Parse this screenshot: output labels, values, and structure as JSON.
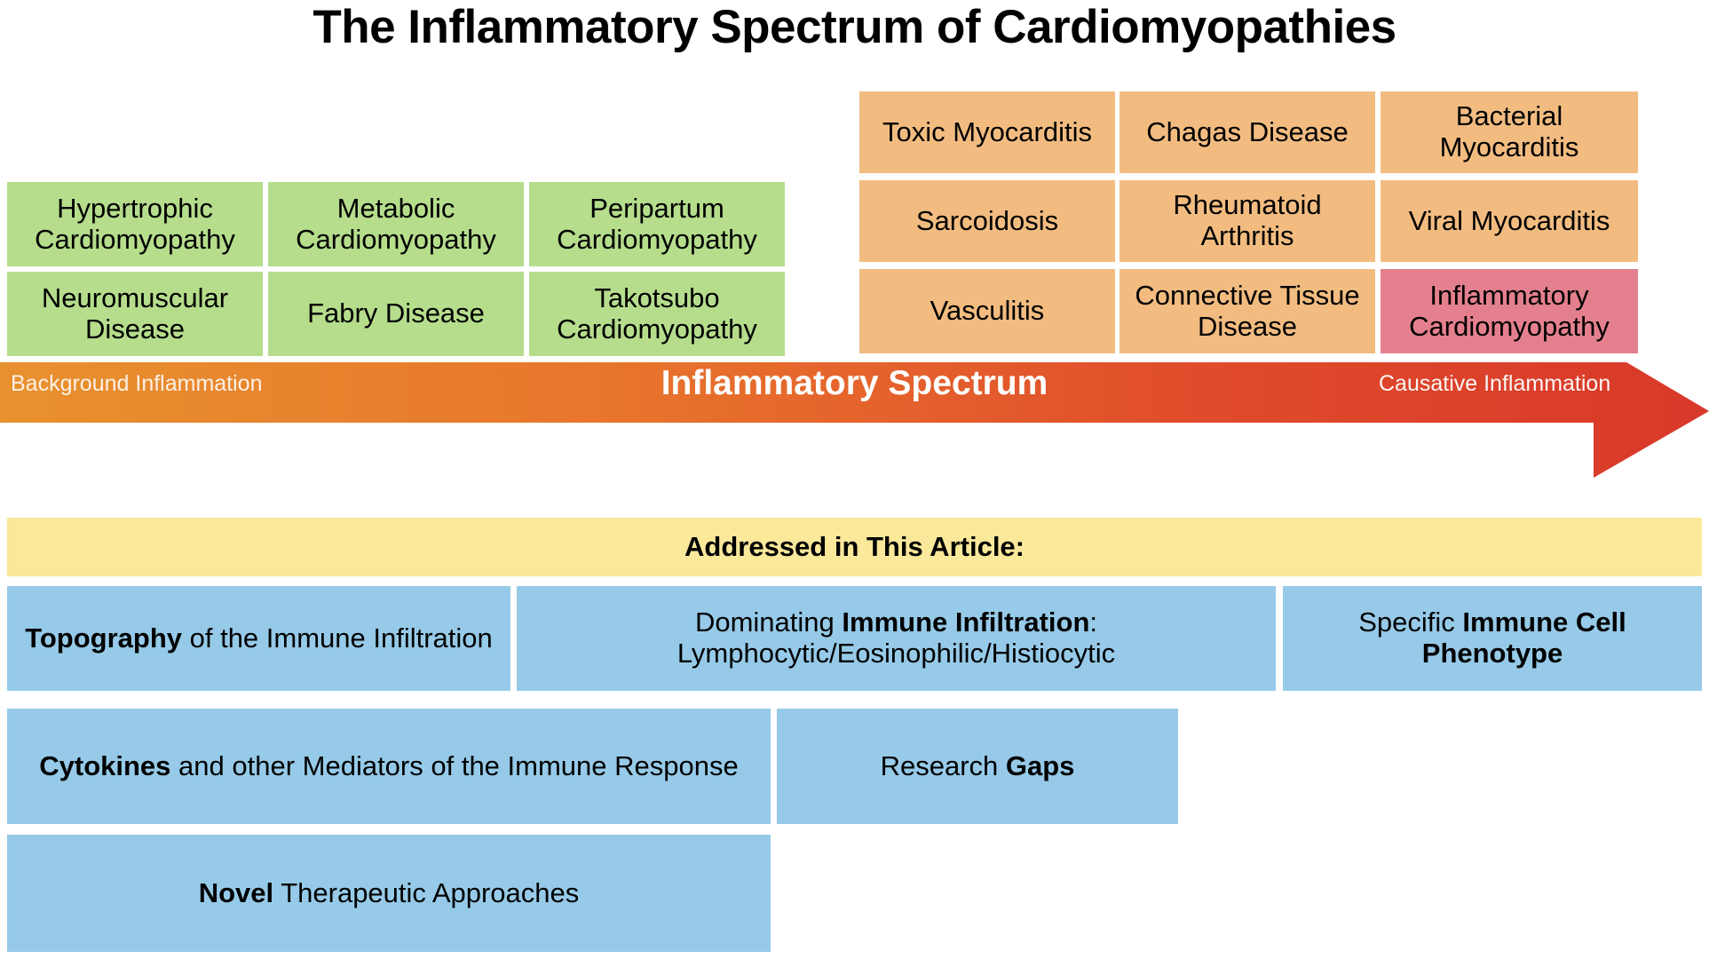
{
  "title": "The Inflammatory Spectrum of Cardiomyopathies",
  "spectrum": {
    "left_label": "Background Inflammation",
    "center_label": "Inflammatory Spectrum",
    "right_label": "Causative Inflammation",
    "gradient_start": "#e8912f",
    "gradient_end": "#d8382a"
  },
  "background_group": {
    "color": "#b5dd8c",
    "items": [
      {
        "label": "Hypertrophic Cardiomyopathy"
      },
      {
        "label": "Metabolic Cardiomyopathy"
      },
      {
        "label": "Peripartum Cardiomyopathy"
      },
      {
        "label": "Neuromuscular Disease"
      },
      {
        "label": "Fabry Disease"
      },
      {
        "label": "Takotsubo Cardiomyopathy"
      }
    ]
  },
  "causative_group": {
    "color": "#f2bc81",
    "highlight_color": "#e4808e",
    "items": [
      {
        "label": "Toxic Myocarditis",
        "highlight": false
      },
      {
        "label": "Chagas Disease",
        "highlight": false
      },
      {
        "label": "Bacterial Myocarditis",
        "highlight": false
      },
      {
        "label": "Sarcoidosis",
        "highlight": false
      },
      {
        "label": "Rheumatoid Arthritis",
        "highlight": false
      },
      {
        "label": "Viral Myocarditis",
        "highlight": false
      },
      {
        "label": "Vasculitis",
        "highlight": false
      },
      {
        "label": "Connective Tissue Disease",
        "highlight": false
      },
      {
        "label": "Inflammatory Cardiomyopathy",
        "highlight": true
      }
    ]
  },
  "addressed": {
    "banner_label": "Addressed in This Article:",
    "banner_color": "#fae89b",
    "topic_color": "#96cae8",
    "topics": [
      {
        "bold_lead": "Topography",
        "rest": " of the Immune Infiltration"
      },
      {
        "pre": "Dominating ",
        "bold_mid": "Immune Infiltration",
        "post": ": Lymphocytic/Eosinophilic/Histiocytic"
      },
      {
        "pre": "Specific ",
        "bold_mid": "Immune Cell Phenotype",
        "post": ""
      },
      {
        "bold_lead": "Cytokines",
        "rest": " and other Mediators of the Immune Response"
      },
      {
        "pre": "Research ",
        "bold_mid": "Gaps",
        "post": ""
      },
      {
        "bold_lead": "Novel",
        "rest": " Therapeutic Approaches"
      }
    ]
  }
}
